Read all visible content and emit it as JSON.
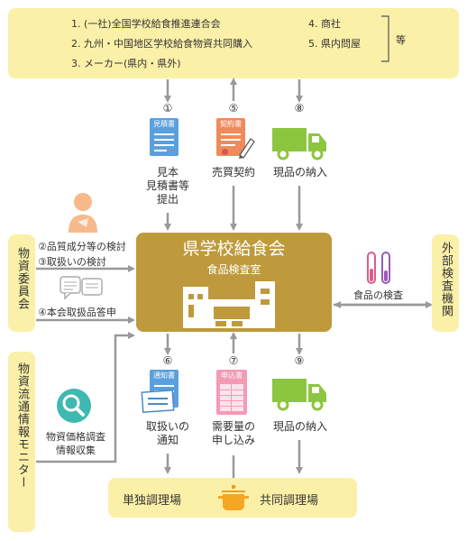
{
  "top_suppliers": {
    "items": [
      "1. (一社)全国学校給食推進連合会",
      "2. 九州・中国地区学校給食物資共同購入",
      "3. メーカー(県内・県外)"
    ],
    "items_right": [
      "4. 商社",
      "5. 県内問屋"
    ],
    "etc": "等"
  },
  "flows_top": [
    {
      "num": "①",
      "label": "見本\n見積書等\n提出",
      "doc": "見積書"
    },
    {
      "num": "⑤",
      "label": "売買契約",
      "doc": "契約書"
    },
    {
      "num": "⑧",
      "label": "現品の納入"
    }
  ],
  "committee": {
    "title": "物資委員会",
    "line1": "②品質成分等の検討",
    "line2": "③取扱いの検討",
    "line3": "④本会取扱品答申"
  },
  "center": {
    "title": "県学校給食会",
    "subtitle": "食品検査室"
  },
  "external": {
    "title": "外部検査機関",
    "arrow_label": "食品の検査"
  },
  "monitor": {
    "title": "物資流通情報モニター",
    "label": "物資価格調査\n情報収集"
  },
  "flows_bottom": [
    {
      "num": "⑥",
      "label": "取扱いの\n通知",
      "doc": "通知書"
    },
    {
      "num": "⑦",
      "label": "需要量の\n申し込み",
      "doc": "申込書"
    },
    {
      "num": "⑨",
      "label": "現品の納入"
    }
  ],
  "kitchens": {
    "left": "単独調理場",
    "right": "共同調理場"
  },
  "colors": {
    "yellow": "#fbf0a8",
    "gold": "#bf9a3c",
    "arrow": "#999999",
    "truck": "#8cc63f",
    "doc_blue": "#5aa0dc",
    "doc_orange": "#f08a5a",
    "doc_pink": "#f49ab4",
    "teal": "#3fb8b0"
  }
}
